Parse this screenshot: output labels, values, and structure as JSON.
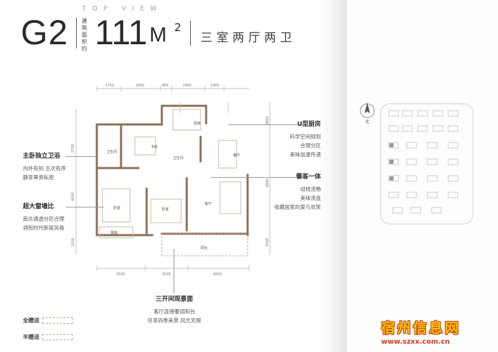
{
  "header": {
    "top_view": "TOP VIEW",
    "unit_code": "G2",
    "area_label": "建筑面积约",
    "area_value": "111",
    "area_unit": "M",
    "area_unit_sup": "2",
    "layout_type": "三室两厅两卫"
  },
  "dimensions": {
    "top": [
      "1750",
      "2850",
      "800",
      "2400",
      "1400"
    ],
    "bottom": [
      "3500",
      "3100",
      "4000"
    ],
    "left": [
      "2750",
      "4650",
      "1500"
    ],
    "right": [
      "3800",
      "6800",
      "1500"
    ]
  },
  "rooms": {
    "kitchen": "厨房",
    "bathroom1": "卫生间",
    "bathroom2": "卫生间",
    "study": "书房",
    "dining": "餐厅",
    "living": "客厅",
    "bedroom1": "卧室",
    "bedroom2": "卧室",
    "bay": "飘窗",
    "balcony": "阳台"
  },
  "callouts": {
    "master_bath": {
      "title": "主卧独立卫浴",
      "lines": [
        "内外有别 主次有序",
        "静享尊贵私密"
      ]
    },
    "big_window": {
      "title": "超大窗墙比",
      "lines": [
        "南北通透分区合理",
        "领衔时代新居风格"
      ]
    },
    "u_kitchen": {
      "title": "U型厨房",
      "lines": [
        "科学空间规划",
        "合理分区",
        "美味加速传递"
      ]
    },
    "dining_living": {
      "title": "餐客一体",
      "lines": [
        "动线流畅",
        "美味流连",
        "收藏居家的爱与欢笑"
      ]
    },
    "three_view": {
      "title": "三开间观景面",
      "lines": [
        "客厅连接奢阔阳台",
        "尽享四季美景 风光无限"
      ]
    }
  },
  "legend": {
    "full_gift": "全赠送",
    "half_gift": "半赠送"
  },
  "compass": {
    "label": "北"
  },
  "watermark": {
    "text": "宿州信息网",
    "url": "www.szxx.com.cn"
  },
  "colors": {
    "wall": "#8b6f55",
    "line": "#9a9a9a",
    "full_gift": "#c9a58a",
    "half_gift": "#9fb0c8"
  }
}
